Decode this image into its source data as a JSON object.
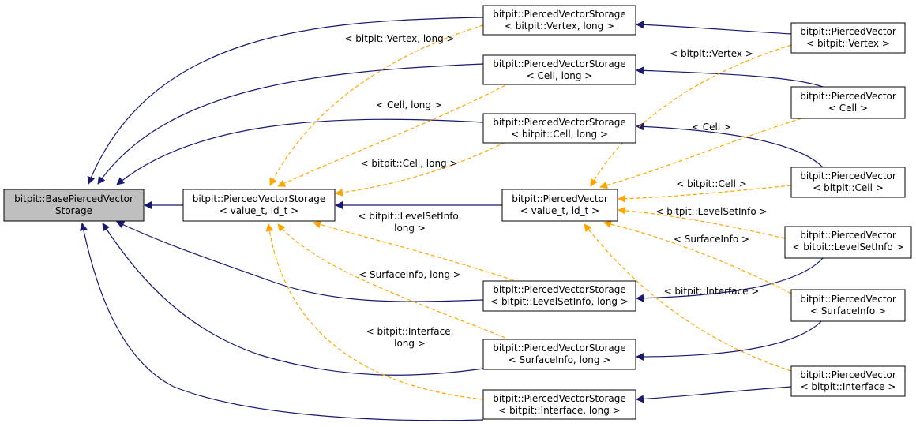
{
  "colors": {
    "inherit_edge": "#191970",
    "template_edge": "#ffa500",
    "root_fill": "#bfbfbf",
    "node_fill": "#ffffff"
  },
  "nodes": {
    "base": {
      "lines": [
        "bitpit::BasePiercedVector",
        "Storage"
      ]
    },
    "storage_tmpl": {
      "lines": [
        "bitpit::PiercedVectorStorage",
        "< value_t, id_t >"
      ]
    },
    "vector_tmpl": {
      "lines": [
        "bitpit::PiercedVector",
        "< value_t, id_t >"
      ]
    },
    "s_vertex": {
      "lines": [
        "bitpit::PiercedVectorStorage",
        "< bitpit::Vertex, long >"
      ]
    },
    "s_cell_long": {
      "lines": [
        "bitpit::PiercedVectorStorage",
        "< Cell, long >"
      ]
    },
    "s_bcell": {
      "lines": [
        "bitpit::PiercedVectorStorage",
        "< bitpit::Cell, long >"
      ]
    },
    "s_levelset": {
      "lines": [
        "bitpit::PiercedVectorStorage",
        "< bitpit::LevelSetInfo, long >"
      ]
    },
    "s_surface": {
      "lines": [
        "bitpit::PiercedVectorStorage",
        "< SurfaceInfo, long >"
      ]
    },
    "s_interface": {
      "lines": [
        "bitpit::PiercedVectorStorage",
        "< bitpit::Interface, long >"
      ]
    },
    "v_vertex": {
      "lines": [
        "bitpit::PiercedVector",
        "< bitpit::Vertex >"
      ]
    },
    "v_cell": {
      "lines": [
        "bitpit::PiercedVector",
        "< Cell >"
      ]
    },
    "v_bcell": {
      "lines": [
        "bitpit::PiercedVector",
        "< bitpit::Cell >"
      ]
    },
    "v_levelset": {
      "lines": [
        "bitpit::PiercedVector",
        "< bitpit::LevelSetInfo >"
      ]
    },
    "v_surface": {
      "lines": [
        "bitpit::PiercedVector",
        "< SurfaceInfo >"
      ]
    },
    "v_interface": {
      "lines": [
        "bitpit::PiercedVector",
        "< bitpit::Interface >"
      ]
    }
  },
  "edge_labels": {
    "s_vertex": [
      "< bitpit::Vertex, long >"
    ],
    "s_cell_long": [
      "< Cell, long >"
    ],
    "s_bcell": [
      "< bitpit::Cell, long >"
    ],
    "s_levelset": [
      "< bitpit::LevelSetInfo,",
      "long >"
    ],
    "s_surface": [
      "< SurfaceInfo, long >"
    ],
    "s_interface": [
      "< bitpit::Interface,",
      "long >"
    ],
    "v_vertex": [
      "< bitpit::Vertex >"
    ],
    "v_cell": [
      "< Cell >"
    ],
    "v_bcell": [
      "< bitpit::Cell >"
    ],
    "v_levelset": [
      "< bitpit::LevelSetInfo >"
    ],
    "v_surface": [
      "< SurfaceInfo >"
    ],
    "v_interface": [
      "< bitpit::Interface >"
    ]
  }
}
